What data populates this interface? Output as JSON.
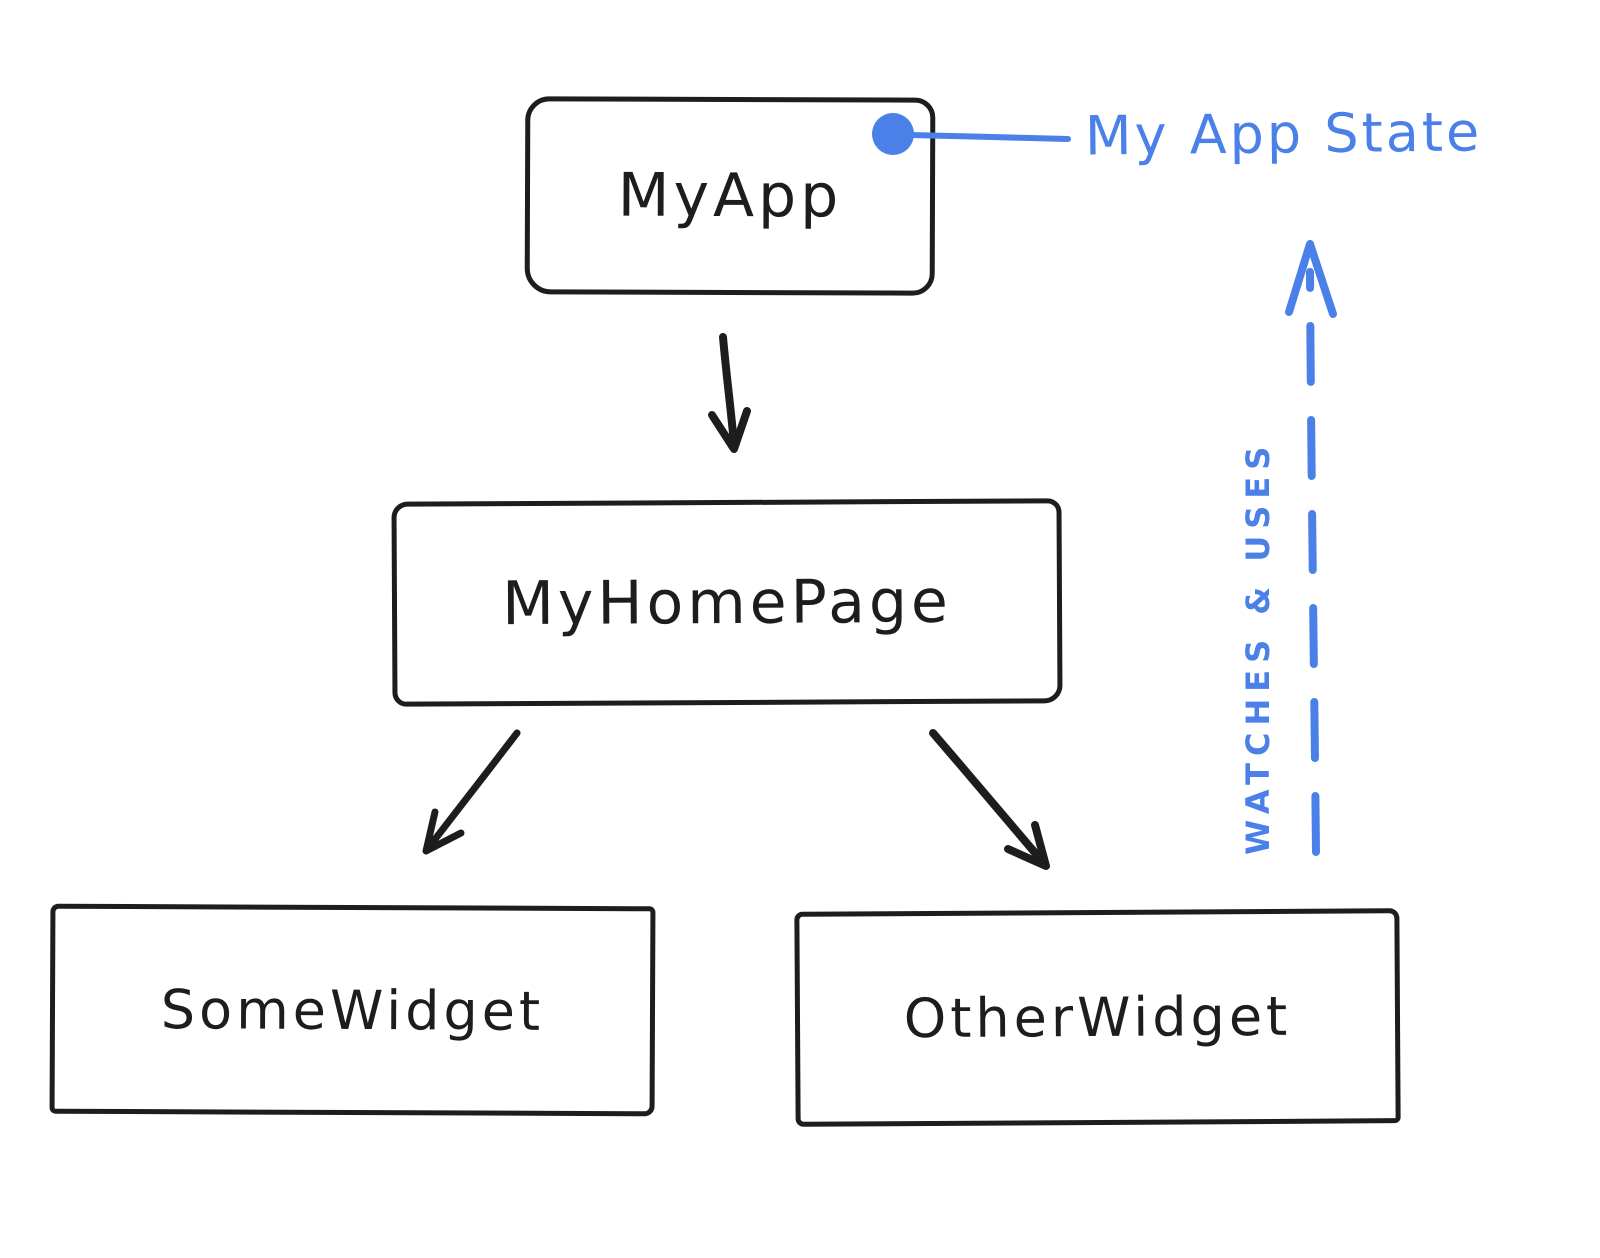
{
  "diagram": {
    "nodes": {
      "my_app": {
        "label": "MyApp"
      },
      "my_home_page": {
        "label": "MyHomePage"
      },
      "some_widget": {
        "label": "SomeWidget"
      },
      "other_widget": {
        "label": "OtherWidget"
      }
    },
    "annotations": {
      "app_state": {
        "label": "My App State"
      },
      "watches_uses": {
        "label": "WATCHES & USES"
      }
    },
    "edges": [
      {
        "from": "MyApp",
        "to": "MyHomePage",
        "style": "solid-arrow"
      },
      {
        "from": "MyHomePage",
        "to": "SomeWidget",
        "style": "solid-arrow"
      },
      {
        "from": "MyHomePage",
        "to": "OtherWidget",
        "style": "solid-arrow"
      },
      {
        "from": "OtherWidget",
        "to": "My App State",
        "style": "dashed-arrow",
        "label": "WATCHES & USES"
      },
      {
        "from": "MyApp",
        "to": "My App State",
        "style": "dot-connector"
      }
    ],
    "colors": {
      "ink": "#1d1d1f",
      "accent_blue": "#4a80e8"
    }
  }
}
